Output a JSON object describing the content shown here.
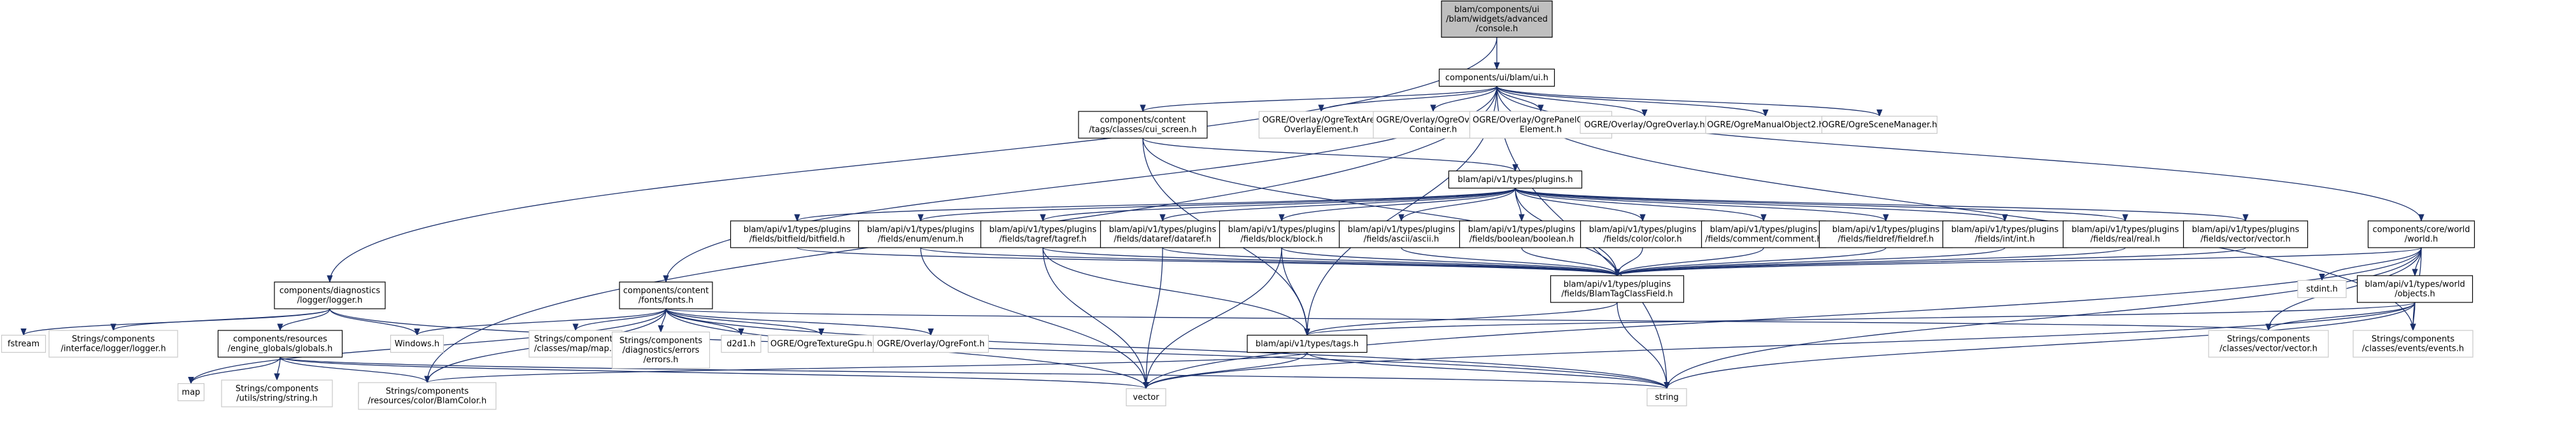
{
  "nodes": [
    {
      "id": "root",
      "lines": [
        "blam/components/ui",
        "/blam/widgets/advanced",
        "/console.h"
      ],
      "kind": "root"
    },
    {
      "id": "ui",
      "lines": [
        "components/ui/blam/ui.h"
      ],
      "kind": "normal"
    },
    {
      "id": "cui",
      "lines": [
        "components/content",
        "/tags/classes/cui_screen.h"
      ],
      "kind": "normal"
    },
    {
      "id": "ogretextarea",
      "lines": [
        "OGRE/Overlay/OgreTextArea",
        "OverlayElement.h"
      ],
      "kind": "external"
    },
    {
      "id": "ogrecontainer",
      "lines": [
        "OGRE/Overlay/OgreOverlay",
        "Container.h"
      ],
      "kind": "external"
    },
    {
      "id": "ogrepanel",
      "lines": [
        "OGRE/Overlay/OgrePanelOverlay",
        "Element.h"
      ],
      "kind": "external"
    },
    {
      "id": "ogreoverlay",
      "lines": [
        "OGRE/Overlay/OgreOverlay.h"
      ],
      "kind": "external"
    },
    {
      "id": "ogremanual",
      "lines": [
        "OGRE/OgreManualObject2.h"
      ],
      "kind": "external"
    },
    {
      "id": "ogrescene",
      "lines": [
        "OGRE/OgreSceneManager.h"
      ],
      "kind": "external"
    },
    {
      "id": "plugins",
      "lines": [
        "blam/api/v1/types/plugins.h"
      ],
      "kind": "normal"
    },
    {
      "id": "bitfield",
      "lines": [
        "blam/api/v1/types/plugins",
        "/fields/bitfield/bitfield.h"
      ],
      "kind": "normal"
    },
    {
      "id": "enum",
      "lines": [
        "blam/api/v1/types/plugins",
        "/fields/enum/enum.h"
      ],
      "kind": "normal"
    },
    {
      "id": "tagref",
      "lines": [
        "blam/api/v1/types/plugins",
        "/fields/tagref/tagref.h"
      ],
      "kind": "normal"
    },
    {
      "id": "dataref",
      "lines": [
        "blam/api/v1/types/plugins",
        "/fields/dataref/dataref.h"
      ],
      "kind": "normal"
    },
    {
      "id": "block",
      "lines": [
        "blam/api/v1/types/plugins",
        "/fields/block/block.h"
      ],
      "kind": "normal"
    },
    {
      "id": "ascii",
      "lines": [
        "blam/api/v1/types/plugins",
        "/fields/ascii/ascii.h"
      ],
      "kind": "normal"
    },
    {
      "id": "boolean",
      "lines": [
        "blam/api/v1/types/plugins",
        "/fields/boolean/boolean.h"
      ],
      "kind": "normal"
    },
    {
      "id": "color",
      "lines": [
        "blam/api/v1/types/plugins",
        "/fields/color/color.h"
      ],
      "kind": "normal"
    },
    {
      "id": "comment",
      "lines": [
        "blam/api/v1/types/plugins",
        "/fields/comment/comment.h"
      ],
      "kind": "normal"
    },
    {
      "id": "fieldref",
      "lines": [
        "blam/api/v1/types/plugins",
        "/fields/fieldref/fieldref.h"
      ],
      "kind": "normal"
    },
    {
      "id": "int",
      "lines": [
        "blam/api/v1/types/plugins",
        "/fields/int/int.h"
      ],
      "kind": "normal"
    },
    {
      "id": "real",
      "lines": [
        "blam/api/v1/types/plugins",
        "/fields/real/real.h"
      ],
      "kind": "normal"
    },
    {
      "id": "vectorh",
      "lines": [
        "blam/api/v1/types/plugins",
        "/fields/vector/vector.h"
      ],
      "kind": "normal"
    },
    {
      "id": "world",
      "lines": [
        "components/core/world",
        "/world.h"
      ],
      "kind": "normal"
    },
    {
      "id": "diagnostics",
      "lines": [
        "components/diagnostics",
        "/logger/logger.h"
      ],
      "kind": "normal"
    },
    {
      "id": "fonts",
      "lines": [
        "components/content",
        "/fonts/fonts.h"
      ],
      "kind": "normal"
    },
    {
      "id": "tagclassfield",
      "lines": [
        "blam/api/v1/types/plugins",
        "/fields/BlamTagClassField.h"
      ],
      "kind": "normal"
    },
    {
      "id": "stdint",
      "lines": [
        "stdint.h"
      ],
      "kind": "external"
    },
    {
      "id": "worldobjects",
      "lines": [
        "blam/api/v1/types/world",
        "/objects.h"
      ],
      "kind": "normal"
    },
    {
      "id": "fstream",
      "lines": [
        "fstream"
      ],
      "kind": "external"
    },
    {
      "id": "loggerstr",
      "lines": [
        "Strings/components",
        "/interface/logger/logger.h"
      ],
      "kind": "external"
    },
    {
      "id": "globals",
      "lines": [
        "components/resources",
        "/engine_globals/globals.h"
      ],
      "kind": "normal"
    },
    {
      "id": "windows",
      "lines": [
        "Windows.h"
      ],
      "kind": "external"
    },
    {
      "id": "mapmap",
      "lines": [
        "Strings/components",
        "/classes/map/map.h"
      ],
      "kind": "external"
    },
    {
      "id": "errors",
      "lines": [
        "Strings/components",
        "/diagnostics/errors",
        "/errors.h"
      ],
      "kind": "external"
    },
    {
      "id": "d2d1",
      "lines": [
        "d2d1.h"
      ],
      "kind": "external"
    },
    {
      "id": "ogretexture",
      "lines": [
        "OGRE/OgreTextureGpu.h"
      ],
      "kind": "external"
    },
    {
      "id": "ogrefont",
      "lines": [
        "OGRE/Overlay/OgreFont.h"
      ],
      "kind": "external"
    },
    {
      "id": "tags",
      "lines": [
        "blam/api/v1/types/tags.h"
      ],
      "kind": "normal"
    },
    {
      "id": "vectorvector",
      "lines": [
        "Strings/components",
        "/classes/vector/vector.h"
      ],
      "kind": "external"
    },
    {
      "id": "events",
      "lines": [
        "Strings/components",
        "/classes/events/events.h"
      ],
      "kind": "external"
    },
    {
      "id": "map",
      "lines": [
        "map"
      ],
      "kind": "external"
    },
    {
      "id": "stringstring",
      "lines": [
        "Strings/components",
        "/utils/string/string.h"
      ],
      "kind": "external"
    },
    {
      "id": "blamcolor",
      "lines": [
        "Strings/components",
        "/resources/color/BlamColor.h"
      ],
      "kind": "external"
    },
    {
      "id": "vector",
      "lines": [
        "vector"
      ],
      "kind": "external"
    },
    {
      "id": "string",
      "lines": [
        "string"
      ],
      "kind": "external"
    }
  ],
  "edges": [
    [
      "root",
      "ui"
    ],
    [
      "root",
      "diagnostics"
    ],
    [
      "ui",
      "cui"
    ],
    [
      "ui",
      "ogretextarea"
    ],
    [
      "ui",
      "ogrecontainer"
    ],
    [
      "ui",
      "ogrepanel"
    ],
    [
      "ui",
      "ogreoverlay"
    ],
    [
      "ui",
      "ogremanual"
    ],
    [
      "ui",
      "ogrescene"
    ],
    [
      "ui",
      "fonts"
    ],
    [
      "ui",
      "world"
    ],
    [
      "ui",
      "blamcolor"
    ],
    [
      "ui",
      "tags"
    ],
    [
      "ui",
      "events"
    ],
    [
      "ui",
      "string"
    ],
    [
      "cui",
      "plugins"
    ],
    [
      "cui",
      "tagclassfield"
    ],
    [
      "cui",
      "tags"
    ],
    [
      "plugins",
      "bitfield"
    ],
    [
      "plugins",
      "enum"
    ],
    [
      "plugins",
      "tagref"
    ],
    [
      "plugins",
      "dataref"
    ],
    [
      "plugins",
      "block"
    ],
    [
      "plugins",
      "ascii"
    ],
    [
      "plugins",
      "boolean"
    ],
    [
      "plugins",
      "color"
    ],
    [
      "plugins",
      "comment"
    ],
    [
      "plugins",
      "fieldref"
    ],
    [
      "plugins",
      "int"
    ],
    [
      "plugins",
      "real"
    ],
    [
      "plugins",
      "vectorh"
    ],
    [
      "plugins",
      "tagclassfield"
    ],
    [
      "bitfield",
      "tagclassfield"
    ],
    [
      "enum",
      "tagclassfield"
    ],
    [
      "enum",
      "vector"
    ],
    [
      "tagref",
      "tagclassfield"
    ],
    [
      "tagref",
      "tags"
    ],
    [
      "tagref",
      "vector"
    ],
    [
      "dataref",
      "tagclassfield"
    ],
    [
      "dataref",
      "vector"
    ],
    [
      "block",
      "tagclassfield"
    ],
    [
      "block",
      "tags"
    ],
    [
      "block",
      "vector"
    ],
    [
      "ascii",
      "tagclassfield"
    ],
    [
      "boolean",
      "tagclassfield"
    ],
    [
      "color",
      "tagclassfield"
    ],
    [
      "comment",
      "tagclassfield"
    ],
    [
      "fieldref",
      "tagclassfield"
    ],
    [
      "int",
      "tagclassfield"
    ],
    [
      "real",
      "tagclassfield"
    ],
    [
      "vectorh",
      "tagclassfield"
    ],
    [
      "tagclassfield",
      "tags"
    ],
    [
      "tagclassfield",
      "string"
    ],
    [
      "world",
      "tagclassfield"
    ],
    [
      "world",
      "stdint"
    ],
    [
      "world",
      "worldobjects"
    ],
    [
      "world",
      "vectorvector"
    ],
    [
      "world",
      "events"
    ],
    [
      "world",
      "string"
    ],
    [
      "world",
      "vector"
    ],
    [
      "worldobjects",
      "tags"
    ],
    [
      "worldobjects",
      "vectorvector"
    ],
    [
      "worldobjects",
      "events"
    ],
    [
      "worldobjects",
      "vector"
    ],
    [
      "worldobjects",
      "string"
    ],
    [
      "diagnostics",
      "fstream"
    ],
    [
      "diagnostics",
      "loggerstr"
    ],
    [
      "diagnostics",
      "globals"
    ],
    [
      "diagnostics",
      "windows"
    ],
    [
      "diagnostics",
      "string"
    ],
    [
      "globals",
      "map"
    ],
    [
      "globals",
      "stringstring"
    ],
    [
      "globals",
      "blamcolor"
    ],
    [
      "globals",
      "vector"
    ],
    [
      "globals",
      "string"
    ],
    [
      "fonts",
      "windows"
    ],
    [
      "fonts",
      "mapmap"
    ],
    [
      "fonts",
      "errors"
    ],
    [
      "fonts",
      "d2d1"
    ],
    [
      "fonts",
      "ogretexture"
    ],
    [
      "fonts",
      "ogrefont"
    ],
    [
      "fonts",
      "map"
    ],
    [
      "fonts",
      "blamcolor"
    ],
    [
      "fonts",
      "vector"
    ],
    [
      "fonts",
      "string"
    ],
    [
      "fonts",
      "vectorvector"
    ],
    [
      "tags",
      "blamcolor"
    ],
    [
      "tags",
      "vector"
    ],
    [
      "tags",
      "string"
    ]
  ]
}
